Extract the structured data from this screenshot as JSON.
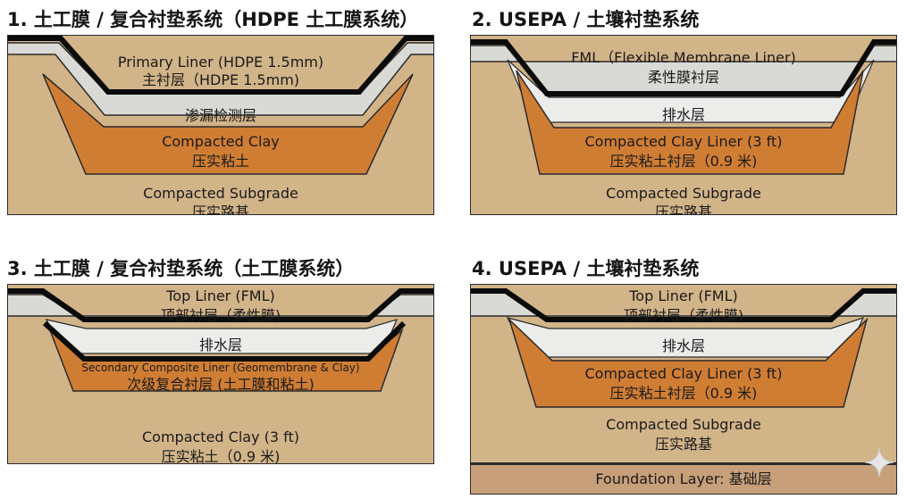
{
  "colors": {
    "soil": "#d2b489",
    "clay": "#d07d34",
    "membrane": "#0b0b0b",
    "grey_layer": "#d9d9d6",
    "drainage": "#ececea",
    "foundation": "#c79f78",
    "outline": "#2a2a2a"
  },
  "panels": [
    {
      "title": "1. 土工膜 / 复合衬垫系统（HDPE 土工膜系统）",
      "labels": [
        [
          "Primary Liner (HDPE 1.5mm)",
          "主衬层（HDPE 1.5mm)"
        ],
        [
          "渗漏检测层"
        ],
        [
          "Compacted Clay",
          "压实粘土"
        ],
        [
          "Compacted Subgrade",
          "压实路基"
        ]
      ]
    },
    {
      "title": "2. USEPA / 土壤衬垫系统",
      "labels": [
        [
          "FML（Flexible Membrane Liner)",
          "柔性膜衬层"
        ],
        [
          "排水层"
        ],
        [
          "Compacted Clay Liner (3 ft)",
          "压实粘土衬层（0.9 米)"
        ],
        [
          "Compacted Subgrade",
          "压实路基"
        ]
      ]
    },
    {
      "title": "3. 土工膜 / 复合衬垫系统（土工膜系统）",
      "labels": [
        [
          "Top Liner (FML)",
          "顶部衬层（柔性膜)"
        ],
        [
          "排水层"
        ],
        [
          "Secondary Composite Liner (Geomembrane & Clay)",
          "次级复合衬层 (土工膜和粘土)"
        ],
        [
          "Compacted Clay (3 ft)",
          "压实粘土（0.9 米)"
        ]
      ]
    },
    {
      "title": "4. USEPA / 土壤衬垫系统",
      "labels": [
        [
          "Top Liner (FML)",
          "顶部衬层（柔性膜)"
        ],
        [
          "排水层"
        ],
        [
          "Compacted Clay Liner (3 ft)",
          "压实粘土衬层（0.9 米)"
        ],
        [
          "Compacted Subgrade",
          "压实路基"
        ],
        [
          "Foundation Layer: 基础层"
        ]
      ]
    }
  ]
}
